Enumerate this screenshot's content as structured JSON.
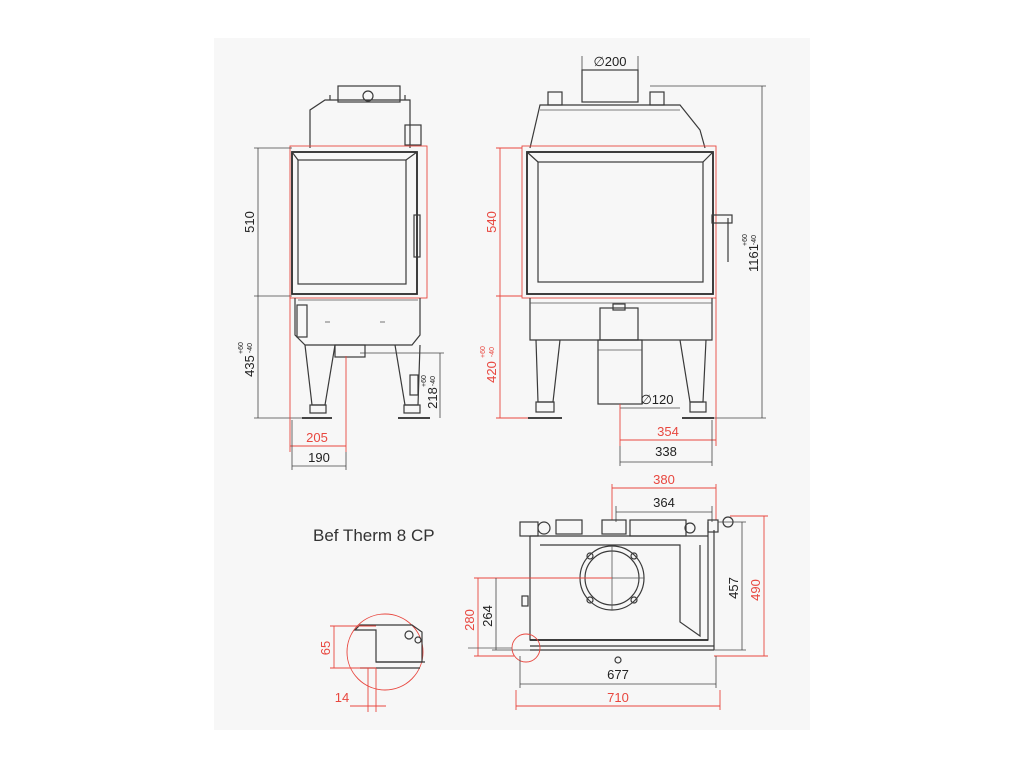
{
  "title": "Bef Therm 8 CP",
  "colors": {
    "red_dimension": "#e8473f",
    "black_dimension": "#222222",
    "background": "#ffffff",
    "sheet": "#f7f7f7"
  },
  "side_view": {
    "height_glass": "510",
    "height_base": "435",
    "height_base_tol_plus": "+60",
    "height_base_tol_minus": "-40",
    "leg_height": "218",
    "leg_tol_plus": "+60",
    "leg_tol_minus": "-40",
    "offset_red": "205",
    "offset_black": "190"
  },
  "front_view": {
    "flue_diameter": "∅200",
    "height_glass": "540",
    "height_base": "420",
    "height_base_tol_plus": "+60",
    "height_base_tol_minus": "-40",
    "total_height": "1161",
    "total_tol_plus": "+60",
    "total_tol_minus": "-40",
    "air_diameter": "∅120",
    "offset_red": "354",
    "offset_black": "338"
  },
  "top_view": {
    "width_top_red": "380",
    "width_top_black": "364",
    "depth_black": "457",
    "depth_red": "490",
    "center_red": "280",
    "center_black": "264",
    "width_black": "677",
    "width_red": "710"
  },
  "detail": {
    "height": "65",
    "width": "14"
  }
}
